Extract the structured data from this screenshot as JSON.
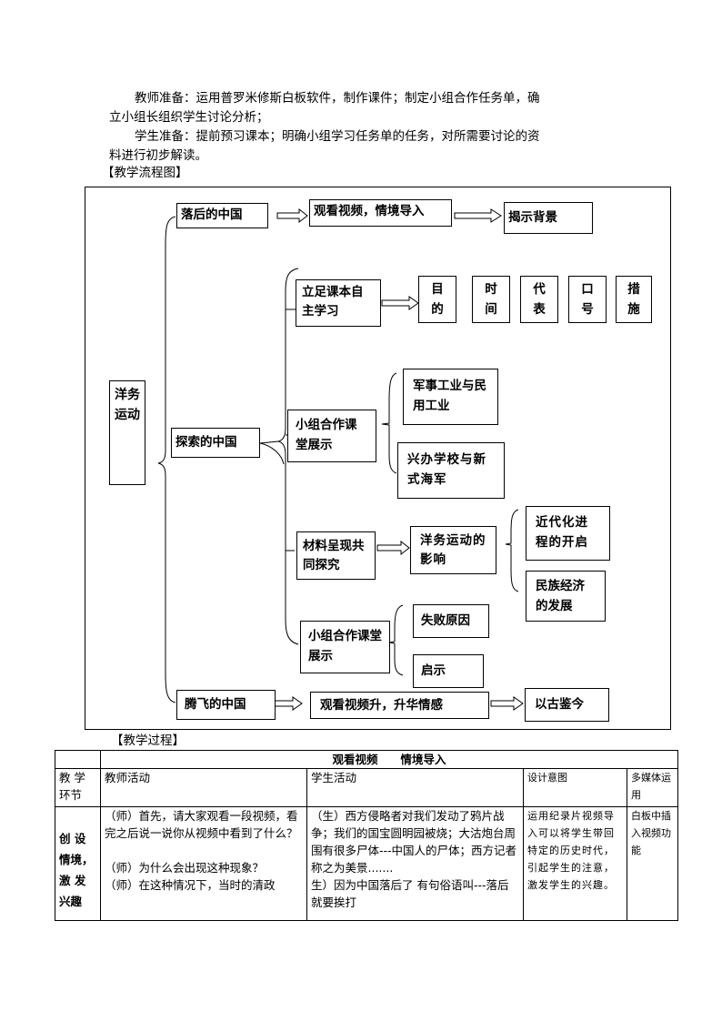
{
  "prep": {
    "teacher_line1": "教师准备：运用普罗米修斯白板软件，制作课件；制定小组合作任务单，确",
    "teacher_line2": "立小组长组织学生讨论分析；",
    "student_line1": "学生准备：提前预习课本；明确小组学习任务单的任务，对所需要讨论的资",
    "student_line2": "料进行初步解读。"
  },
  "flow_heading": "【教学流程图】",
  "flowchart": {
    "root": "洋务运动",
    "backward_china": "落后的中国",
    "watch_video_intro": "观看视频，情境导入",
    "reveal_background": "揭示背景",
    "explore_china": "探索的中国",
    "self_study": "立足课本自主学习",
    "aspects": [
      "目的",
      "时间",
      "代表",
      "口号",
      "措施"
    ],
    "group_work_1": "小组合作课堂展示",
    "military_civil": "军事工业与民用工业",
    "schools_navy": "兴办学校与新式海军",
    "material_inquiry": "材料呈现共同探究",
    "movement_impact": "洋务运动的影响",
    "modernization_start": "近代化进程的开启",
    "national_economy": "民族经济的发展",
    "group_work_2": "小组合作课堂展示",
    "failure_reasons": "失败原因",
    "enlightenment": "启示",
    "rising_china": "腾飞的中国",
    "watch_video_sublimate": "观看视频升，升华情感",
    "learn_from_history": "以古鉴今"
  },
  "process_heading": "【教学过程】",
  "process_table": {
    "section_title": "观看视频　　情境导入",
    "headers": {
      "stage": "教 学 环节",
      "teacher": "教师活动",
      "student": "学生活动",
      "intent": "设计意图",
      "media": "多媒体运用"
    },
    "row": {
      "stage": "创 设 情境，激 发 兴趣",
      "teacher_1": "（师）首先，请大家观看一段视频，看完之后说一说你从视频中看到了什么？",
      "teacher_2": "（师）为什么会出现这种现象？",
      "teacher_3": "（师）在这种情况下，当时的清政",
      "student_1": "（生）西方侵略者对我们发动了鸦片战争；我们的国宝圆明园被烧；大沽炮台周围有很多尸体---中国人的尸体；西方记者称之为美景.......",
      "student_2": "生）因为中国落后了  有句俗语叫---落后就要挨打",
      "intent": "运用纪录片视频导入可以将学生带回特定的历史时代，引起学生的注意，激发学生的兴趣。",
      "media": "白板中插入视频功能"
    }
  }
}
